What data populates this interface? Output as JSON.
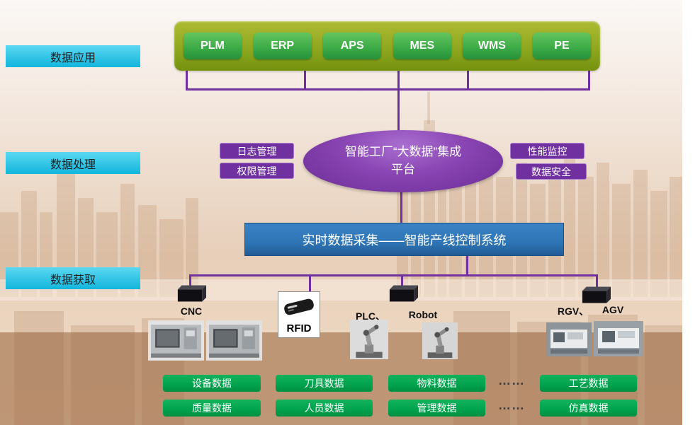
{
  "colors": {
    "purple": "#7030a0",
    "cyan": "#1fc0e8",
    "olive": "#8ea81f",
    "app_green": "#3aa946",
    "blue": "#2e75b6",
    "data_green": "#00a24e"
  },
  "side_labels": [
    {
      "label": "数据应用"
    },
    {
      "label": "数据处理"
    },
    {
      "label": "数据获取"
    }
  ],
  "app_layer": {
    "items": [
      "PLM",
      "ERP",
      "APS",
      "MES",
      "WMS",
      "PE"
    ]
  },
  "platform": {
    "title_line1": "智能工厂“大数据”集成",
    "title_line2": "平台",
    "left_boxes": [
      "日志管理",
      "权限管理"
    ],
    "right_boxes": [
      "性能监控",
      "数据安全"
    ]
  },
  "control_bar": {
    "label": "实时数据采集——智能产线控制系统"
  },
  "devices": {
    "cnc": "CNC",
    "rfid": "RFID",
    "plc": "PLC、",
    "robot": "Robot",
    "rgv": "RGV、",
    "agv": "AGV"
  },
  "data_buttons": {
    "row1": [
      "设备数据",
      "刀具数据",
      "物料数据",
      "工艺数据"
    ],
    "row2": [
      "质量数据",
      "人员数据",
      "管理数据",
      "仿真数据"
    ],
    "ellipsis": "……"
  }
}
